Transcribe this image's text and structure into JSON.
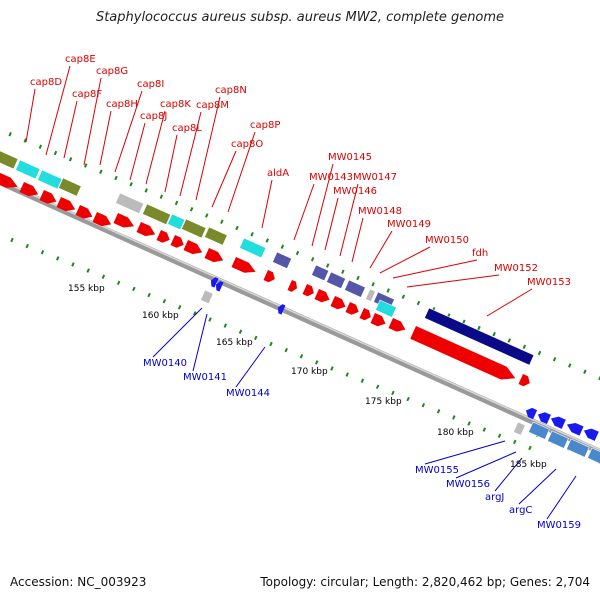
{
  "title": "Staphylococcus aureus subsp. aureus MW2, complete genome",
  "footer": {
    "accession": "Accession: NC_003923",
    "summary": "Topology: circular; Length: 2,820,462 bp; Genes: 2,704"
  },
  "colors": {
    "forward_label": "#dd0000",
    "reverse_label": "#0000cc",
    "forward_gene": "#ee0000",
    "reverse_gene": "#1a1aee",
    "backbone": "#9a9a9a",
    "tick": "#1a8a1a",
    "olive": "#7a8a2a",
    "cyan": "#22dddd",
    "gray": "#bbbbbb",
    "slate": "#5555aa",
    "navy": "#0a0a88",
    "steel": "#4a88cc"
  },
  "scale_labels": [
    "155 kbp",
    "160 kbp",
    "165 kbp",
    "170 kbp",
    "175 kbp",
    "180 kbp",
    "185 kbp"
  ],
  "forward_labels": [
    "cap8D",
    "cap8E",
    "cap8F",
    "cap8G",
    "cap8H",
    "cap8I",
    "cap8J",
    "cap8K",
    "cap8L",
    "cap8M",
    "cap8N",
    "cap8O",
    "cap8P",
    "aldA",
    "MW0143",
    "MW0145",
    "MW0146",
    "MW0147",
    "MW0148",
    "MW0149",
    "MW0150",
    "fdh",
    "MW0152",
    "MW0153"
  ],
  "reverse_labels": [
    "MW0140",
    "MW0141",
    "MW0144",
    "MW0155",
    "MW0156",
    "argJ",
    "argC",
    "MW0159"
  ]
}
